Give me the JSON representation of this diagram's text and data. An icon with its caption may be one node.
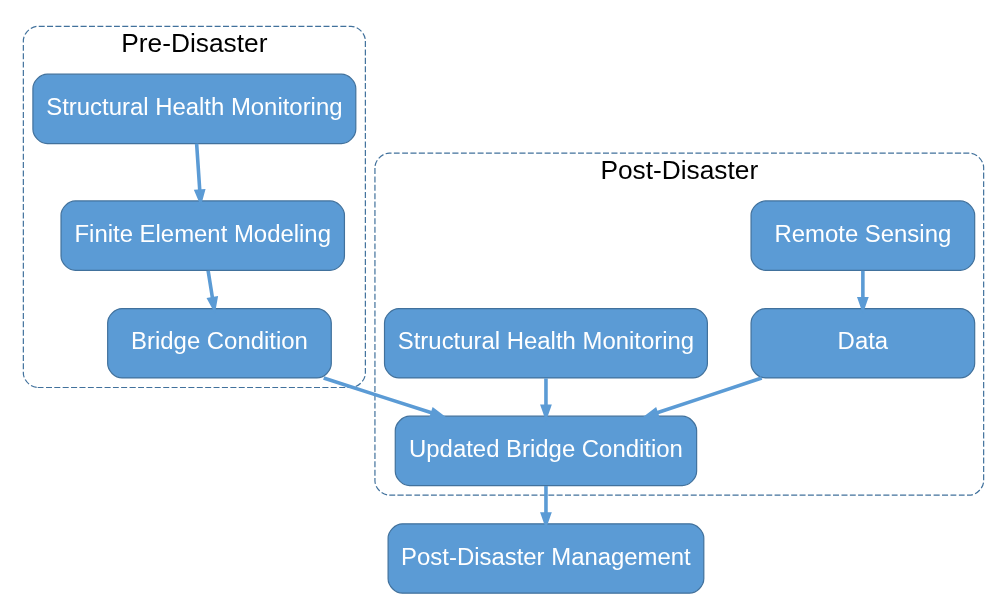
{
  "diagram": {
    "nodes": [
      {
        "text": [
          "Pre-Disaster"
        ]
      },
      {
        "text": [
          "Structural Health Monitoring"
        ],
        "in": 0
      },
      {
        "text": [
          "Finite Element Modeling"
        ],
        "in": 0
      },
      {
        "text": [
          "Bridge Condition"
        ],
        "in": 0
      },
      {
        "text": [
          "Post-Disaster"
        ]
      },
      {
        "text": [
          "Remote Sensing"
        ],
        "in": 4
      },
      {
        "text": [
          "Data"
        ],
        "in": 4
      },
      {
        "text": [
          "Structural Health Monitoring"
        ],
        "in": 4
      },
      {
        "text": [
          "Updated Bridge Condition"
        ],
        "in": 4
      },
      {
        "text": [
          "Post-Disaster Management"
        ]
      }
    ],
    "edges": [
      {
        "from": 1,
        "to": 2,
        "arrow": "to"
      },
      {
        "from": 2,
        "to": 3,
        "arrow": "to"
      },
      {
        "from": 3,
        "to": 8,
        "arrow": "to"
      },
      {
        "from": 5,
        "to": 6,
        "arrow": "to"
      },
      {
        "from": 6,
        "to": 8,
        "arrow": "to"
      },
      {
        "from": 7,
        "to": 8,
        "arrow": "to"
      },
      {
        "from": 8,
        "to": 9,
        "arrow": "to"
      }
    ]
  }
}
